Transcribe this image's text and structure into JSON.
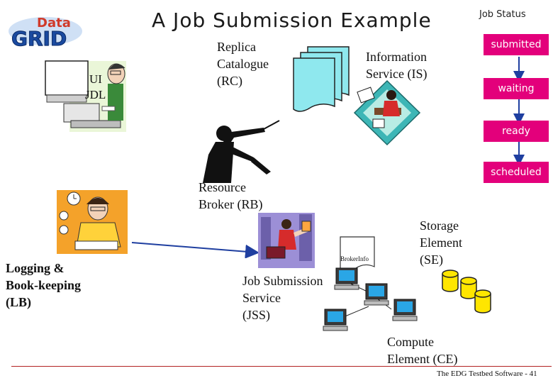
{
  "logo": {
    "line1": "Data",
    "line2": "GRID"
  },
  "title": "A Job Submission Example",
  "job_status": {
    "title": "Job Status",
    "states": [
      "submitted",
      "waiting",
      "ready",
      "scheduled"
    ]
  },
  "nodes": {
    "ui": {
      "line1": "UI",
      "line2": "JDL"
    },
    "rc": {
      "line1": "Replica",
      "line2": "Catalogue",
      "line3": "(RC)"
    },
    "is": {
      "line1": "Information",
      "line2": "Service (IS)"
    },
    "rb": {
      "line1": "Resource",
      "line2": "Broker (RB)"
    },
    "lb": {
      "line1": "Logging &",
      "line2": "Book-keeping",
      "line3": "(LB)"
    },
    "jss": {
      "line1": "Job Submission",
      "line2": "Service",
      "line3": "(JSS)"
    },
    "se": {
      "line1": "Storage",
      "line2": "Element",
      "line3": "(SE)"
    },
    "ce": {
      "line1": "Compute",
      "line2": "Element (CE)"
    },
    "broker_info": "BrokerInfo"
  },
  "footer": "The EDG Testbed Software - 41",
  "colors": {
    "status": "#e3007b",
    "arrow": "#1f3fa0",
    "rule": "#b22222",
    "logo_red": "#d03a2a",
    "logo_blue": "#1a4aa0"
  }
}
